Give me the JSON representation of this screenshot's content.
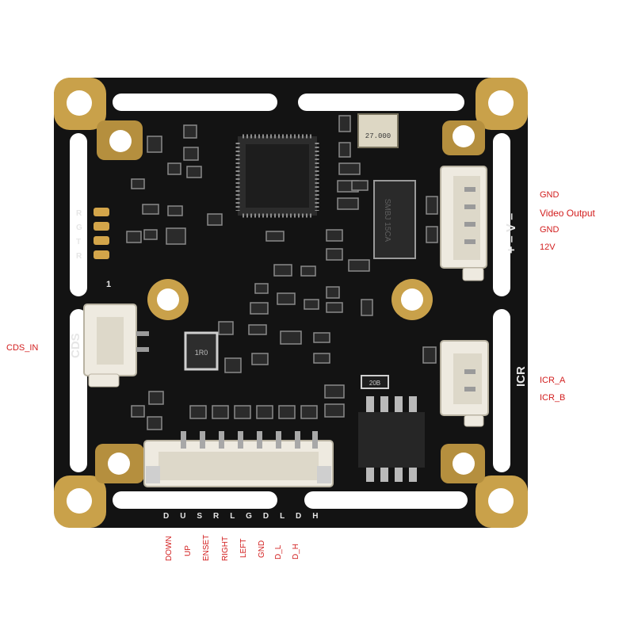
{
  "colors": {
    "annotation": "#d21e1e",
    "pcb": "#141414",
    "gold": "#c9a14a",
    "silkscreen": "#e6e6e6",
    "connector": "#eeeae0"
  },
  "board": {
    "silk_left_pins": [
      "R",
      "G",
      "T",
      "R"
    ],
    "silk_cds": "CDS",
    "silk_icr": "ICR",
    "silk_power": "+ – V –",
    "silk_bottom": "D U S R L G D L D H",
    "silk_one": "1",
    "chip_marks": {
      "crystal": "27.000",
      "tvs": "SMBJ 15CA",
      "inductor": "1R0",
      "resistor": "20B"
    }
  },
  "annotations": {
    "right_top": [
      "GND",
      "Video Output",
      "GND",
      "12V"
    ],
    "right_icr": [
      "ICR_A",
      "ICR_B"
    ],
    "left": "CDS_IN",
    "bottom": [
      "DOWN",
      "UP",
      "ENSET",
      "RIGHT",
      "LEFT",
      "GND",
      "D_L",
      "D_H"
    ]
  }
}
